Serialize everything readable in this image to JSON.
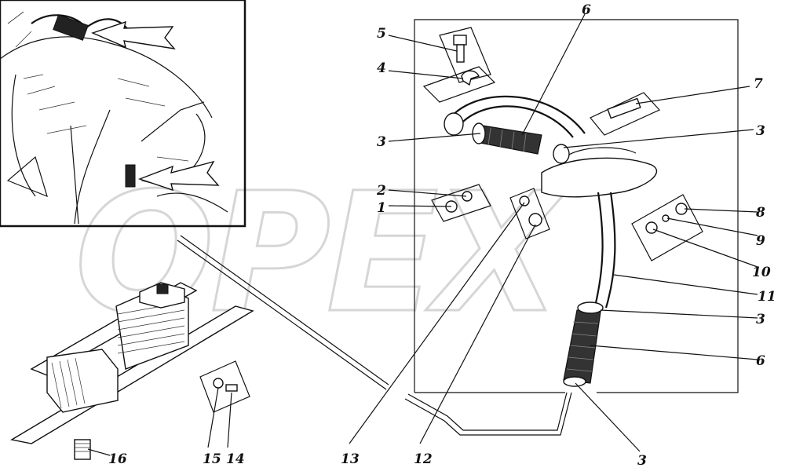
{
  "watermark": {
    "text": "OPEX"
  },
  "callouts": [
    {
      "id": "c1",
      "label": "1"
    },
    {
      "id": "c2",
      "label": "2"
    },
    {
      "id": "c3a",
      "label": "3"
    },
    {
      "id": "c3b",
      "label": "3"
    },
    {
      "id": "c3c",
      "label": "3"
    },
    {
      "id": "c3d",
      "label": "3"
    },
    {
      "id": "c4",
      "label": "4"
    },
    {
      "id": "c5",
      "label": "5"
    },
    {
      "id": "c6a",
      "label": "6"
    },
    {
      "id": "c6b",
      "label": "6"
    },
    {
      "id": "c7",
      "label": "7"
    },
    {
      "id": "c8",
      "label": "8"
    },
    {
      "id": "c9",
      "label": "9"
    },
    {
      "id": "c10",
      "label": "10"
    },
    {
      "id": "c11",
      "label": "11"
    },
    {
      "id": "c12",
      "label": "12"
    },
    {
      "id": "c13",
      "label": "13"
    },
    {
      "id": "c14",
      "label": "14"
    },
    {
      "id": "c15",
      "label": "15"
    },
    {
      "id": "c16",
      "label": "16"
    }
  ]
}
